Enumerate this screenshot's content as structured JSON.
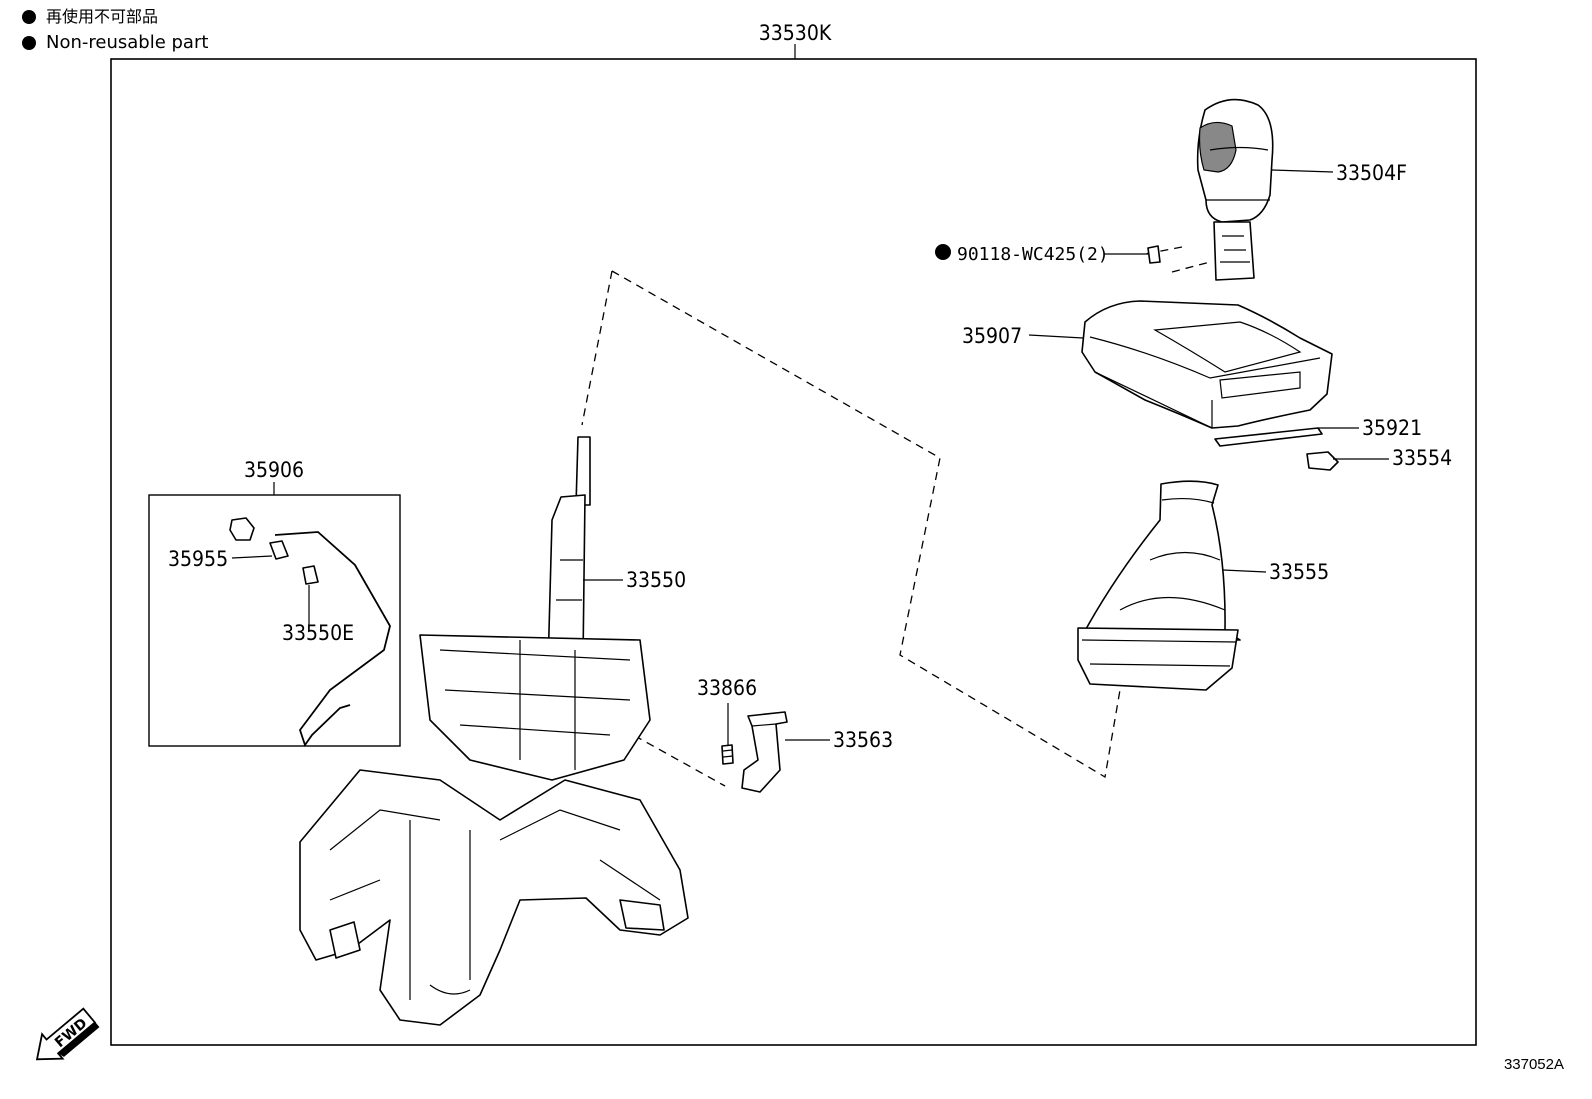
{
  "legend": {
    "jp": "再使用不可部品",
    "en": "Non-reusable part"
  },
  "assembly_label": "33530K",
  "kit_label": "35906",
  "parts": {
    "p33504F": "33504F",
    "p90118": "90118-WC425(2)",
    "p35907": "35907",
    "p35921": "35921",
    "p33554": "33554",
    "p33555": "33555",
    "p33550": "33550",
    "p35955": "35955",
    "p33550E": "33550E",
    "p33866": "33866",
    "p33563": "33563"
  },
  "fwd_label": "FWD",
  "diagram_ref": "337052A"
}
